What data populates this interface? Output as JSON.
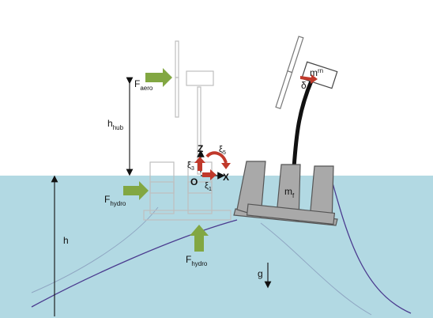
{
  "labels": {
    "f_aero": "F",
    "f_aero_sub": "aero",
    "h_hub": "h",
    "h_hub_sub": "hub",
    "f_hydro_left": "F",
    "f_hydro_left_sub": "hydro",
    "f_hydro_bottom": "F",
    "f_hydro_bottom_sub": "hydro",
    "h": "h",
    "g": "g",
    "z_axis": "Z",
    "x_axis": "X",
    "origin": "O",
    "xi1": "ξ",
    "xi1_sub": "1",
    "xi3": "ξ",
    "xi3_sub": "3",
    "xi5": "ξ",
    "xi5_sub": "5",
    "m_f": "m",
    "m_f_sub": "f",
    "m_rn": "m",
    "m_rn_sub": "rn",
    "delta": "δ"
  },
  "colors": {
    "water": "#b2d9e3",
    "force_arrow": "#82a742",
    "dof_arrow": "#c0392b",
    "platform": "#a9a9a9",
    "ghost": "#bfbfbf",
    "mooring_dark": "#4b3b8f",
    "mooring_light": "#8fa6c2"
  }
}
